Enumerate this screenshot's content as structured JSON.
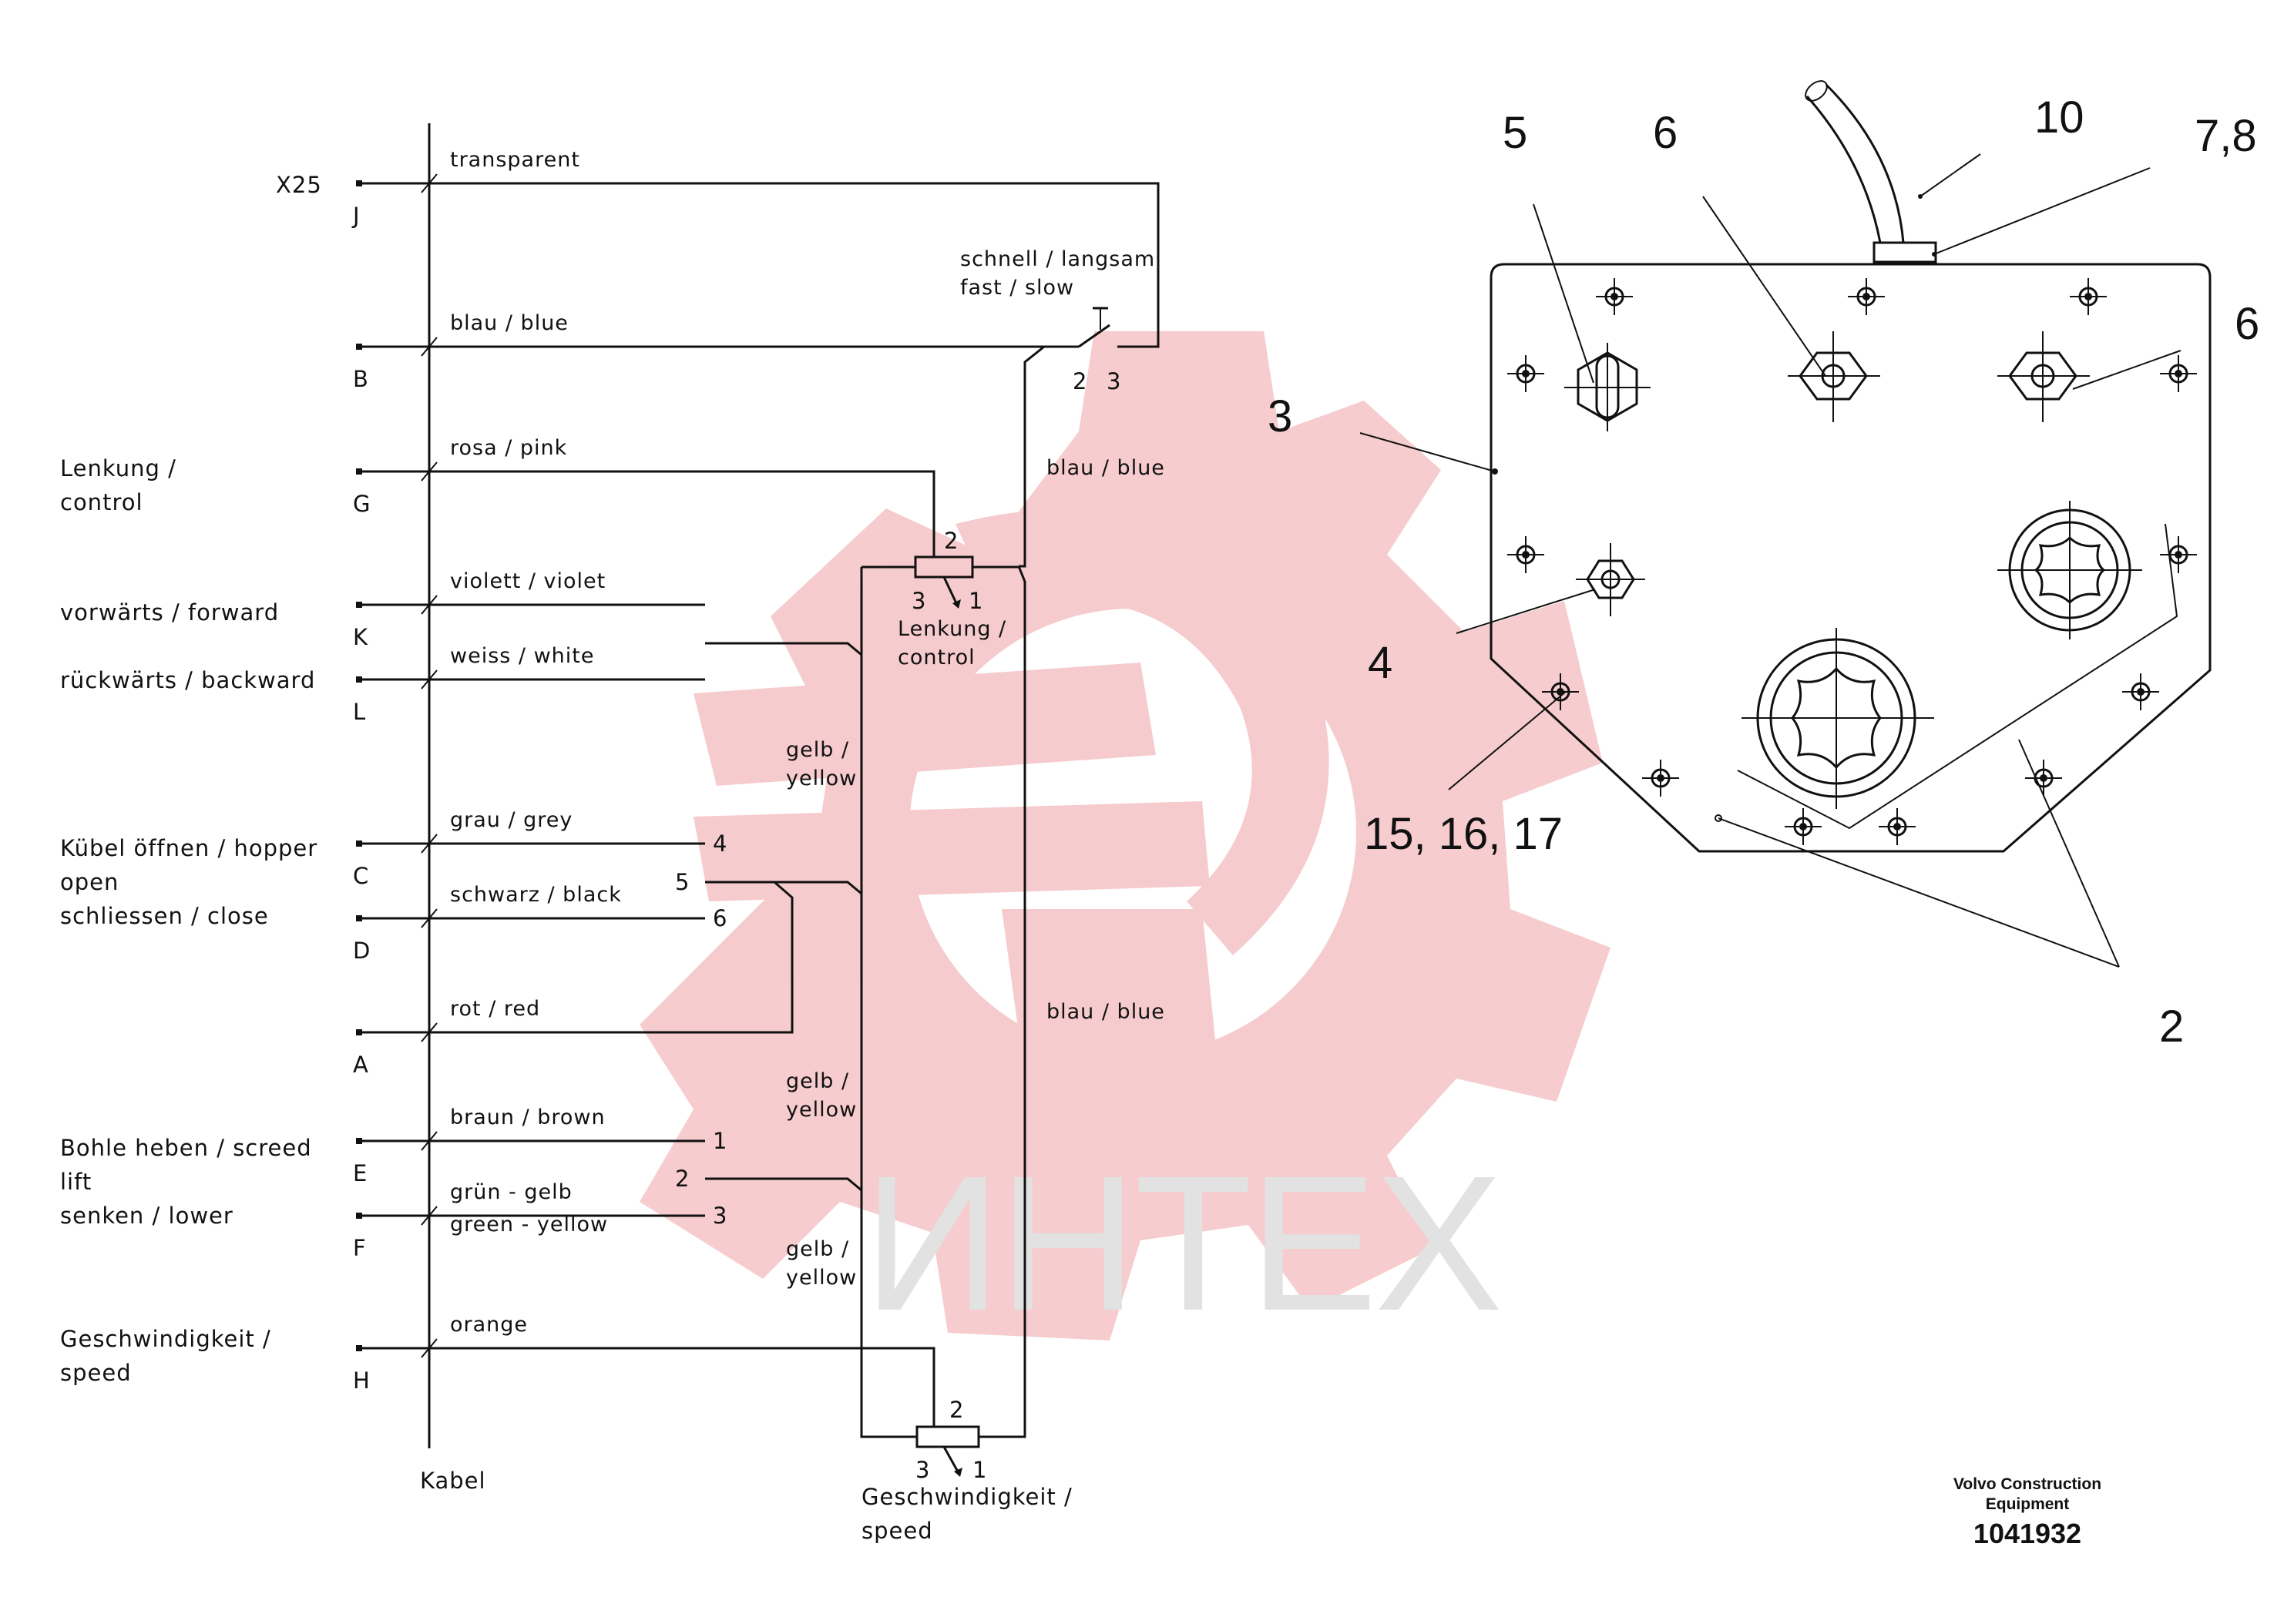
{
  "connector": {
    "name": "X25",
    "cable_label": "Kabel"
  },
  "pins": [
    {
      "letter": "J",
      "wire": "transparent"
    },
    {
      "letter": "B",
      "wire": "blau / blue"
    },
    {
      "letter": "G",
      "wire": "rosa / pink"
    },
    {
      "letter": "K",
      "wire": "violett / violet"
    },
    {
      "letter": "L",
      "wire": "weiss / white"
    },
    {
      "letter": "C",
      "wire": "grau / grey"
    },
    {
      "letter": "D",
      "wire": "schwarz / black"
    },
    {
      "letter": "A",
      "wire": "rot / red"
    },
    {
      "letter": "E",
      "wire": "braun / brown"
    },
    {
      "letter": "F",
      "wire": "grün - gelb",
      "wire2": "green - yellow"
    },
    {
      "letter": "H",
      "wire": "orange"
    }
  ],
  "functions": {
    "steering": [
      "Lenkung /",
      "control"
    ],
    "forward": "vorwärts / forward",
    "backward": "rückwärts / backward",
    "hopper": [
      "Kübel öffnen / hopper",
      "open",
      "schliessen / close"
    ],
    "screed": [
      "Bohle heben / screed",
      "lift",
      "senken / lower"
    ],
    "speed": [
      "Geschwindigkeit /",
      "speed"
    ]
  },
  "switch": {
    "label": [
      "schnell / langsam",
      "fast / slow"
    ],
    "pins": [
      "2",
      "3"
    ]
  },
  "pot_steer": {
    "label": [
      "Lenkung /",
      "control"
    ],
    "pins": [
      "2",
      "3",
      "1"
    ]
  },
  "pot_speed": {
    "label": [
      "Geschwindigkeit /",
      "speed"
    ],
    "pins": [
      "2",
      "3",
      "1"
    ]
  },
  "wires_right": {
    "blue_top": "blau / blue",
    "blue_bottom": "blau / blue",
    "yellow": [
      "gelb /",
      "yellow"
    ]
  },
  "hopper_pins": [
    "4",
    "5",
    "6"
  ],
  "screed_pins": [
    "1",
    "2",
    "3"
  ],
  "callouts": [
    "5",
    "6",
    "10",
    "7,8",
    "6",
    "3",
    "4",
    "15, 16, 17",
    "2"
  ],
  "watermark": "ИНТЕХ",
  "logo": {
    "line1": "Volvo Construction",
    "line2": "Equipment",
    "number": "1041932"
  },
  "colors": {
    "watermark_gear": "#f6c9cb",
    "watermark_text": "#e2e2e2",
    "ink": "#111111"
  }
}
